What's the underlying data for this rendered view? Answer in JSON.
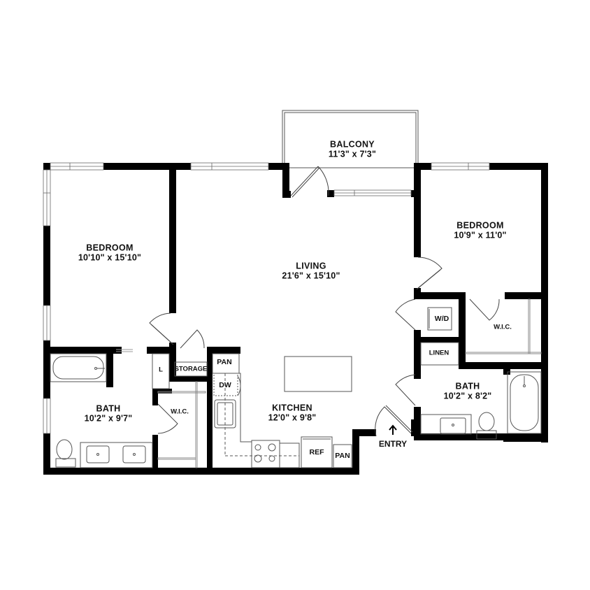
{
  "rooms": [
    {
      "id": "balcony",
      "name": "BALCONY",
      "dims": "11'3\" x 7'3\""
    },
    {
      "id": "bedroom-1",
      "name": "BEDROOM",
      "dims": "10'10\" x 15'10\""
    },
    {
      "id": "living",
      "name": "LIVING",
      "dims": "21'6\" x 15'10\""
    },
    {
      "id": "bedroom-2",
      "name": "BEDROOM",
      "dims": "10'9\" x 11'0\""
    },
    {
      "id": "bath-1",
      "name": "BATH",
      "dims": "10'2\" x 9'7\""
    },
    {
      "id": "kitchen",
      "name": "KITCHEN",
      "dims": "12'0\" x 9'8\""
    },
    {
      "id": "bath-2",
      "name": "BATH",
      "dims": "10'2\" x 8'2\""
    }
  ],
  "small_labels": {
    "wd": "W/D",
    "wic_right": "W.I.C.",
    "linen": "LINEN",
    "wic_left": "W.I.C.",
    "linen_closet": "L",
    "storage": "STORAGE",
    "pantry_top": "PAN",
    "dishwasher": "DW",
    "refrigerator": "REF",
    "pantry_bottom": "PAN",
    "entry": "ENTRY"
  },
  "colors": {
    "wall": "#000000",
    "fixture": "#555555",
    "window": "#888888"
  }
}
